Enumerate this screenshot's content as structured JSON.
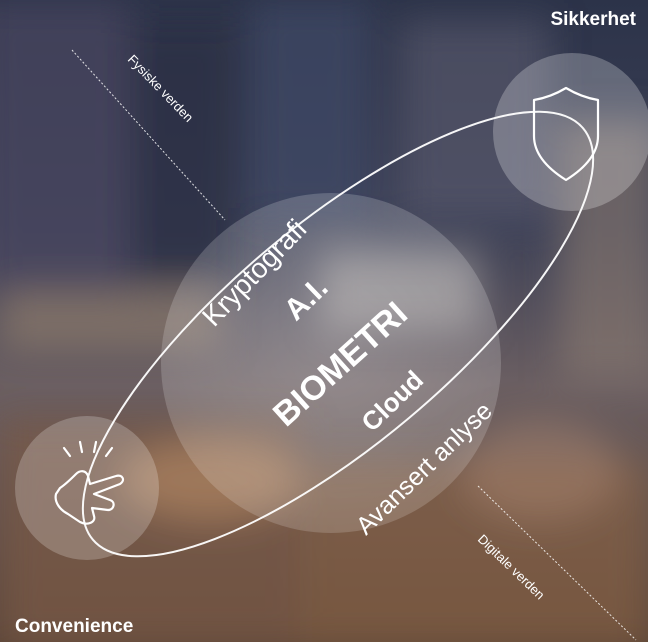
{
  "labels": {
    "top_right": "Sikkerhet",
    "bottom_left": "Convenience",
    "physical_world": "Fysiske verden",
    "digital_world": "Digitale verden"
  },
  "center_circle": {
    "kryptografi": "Kryptografi",
    "ai": "A.I.",
    "biometri": "BIOMETRI",
    "cloud": "Cloud",
    "avansert": "Avansert anlyse"
  },
  "icons": {
    "top_right": "shield-icon",
    "bottom_left": "tap-hand-icon"
  },
  "colors": {
    "text": "#ffffff",
    "circle_fill": "rgba(255,255,255,0.18)",
    "background_top": "#2f3650",
    "background_bottom": "#6a5348"
  }
}
